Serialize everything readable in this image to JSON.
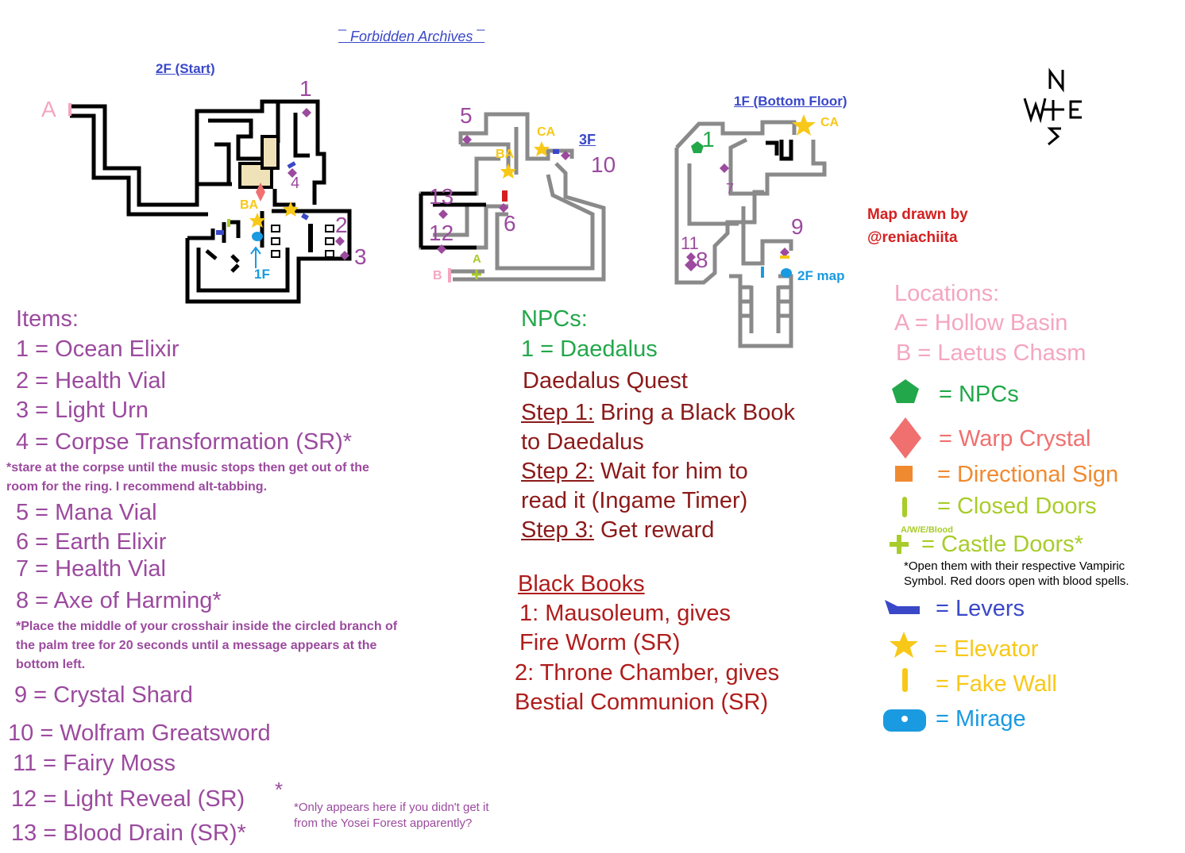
{
  "title": "Forbidden Archives",
  "floors": {
    "f2": "2F (Start)",
    "f1": "1F (Bottom Floor)",
    "f3": "3F",
    "to1f": "1F",
    "to2f": "2F map"
  },
  "map_labels": {
    "A": "A",
    "B": "B",
    "n1": "1",
    "n2": "2",
    "n3": "3",
    "n4": "4",
    "n5": "5",
    "n6": "6",
    "n7": "7",
    "n8": "8",
    "n9": "9",
    "n10": "10",
    "n11": "11",
    "n12": "12",
    "n13": "13",
    "npc1": "1",
    "ba": "BA",
    "ca": "CA",
    "doorA": "A"
  },
  "compass": {
    "n": "N",
    "w": "W",
    "e": "E",
    "s": "S"
  },
  "credit": [
    "Map drawn by",
    "@reniachiita"
  ],
  "items": {
    "heading": "Items:",
    "i1": "1 = Ocean Elixir",
    "i2": "2 = Health Vial",
    "i3": "3 = Light Urn",
    "i4": "4 = Corpse Transformation (SR)*",
    "note4": [
      "*stare at the corpse until the music stops then get out of the",
      "room for the ring. I recommend alt-tabbing."
    ],
    "i5": "5 = Mana Vial",
    "i6": "6 = Earth Elixir",
    "i7": "7 = Health Vial",
    "i8": "8 = Axe of Harming*",
    "note8": [
      "*Place the middle of your crosshair inside the circled branch of",
      "the palm tree for 20 seconds until a message appears at the",
      "bottom left."
    ],
    "i9": "9 = Crystal Shard",
    "i10": "10 = Wolfram Greatsword",
    "i11": "11 = Fairy Moss",
    "i12": "12 = Light Reveal (SR)",
    "i12star": "*",
    "note12": [
      "*Only appears here if you didn't get it",
      "from the Yosei Forest apparently?"
    ],
    "i13": "13 = Blood Drain (SR)*"
  },
  "npcs": {
    "heading": "NPCs:",
    "n1": "1 = Daedalus",
    "quest_title": "Daedalus Quest",
    "step1_label": "Step 1:",
    "step1_a": " Bring a Black Book",
    "step1_b": "to Daedalus",
    "step2_label": "Step 2:",
    "step2_a": " Wait for him to",
    "step2_b": "read it (Ingame Timer)",
    "step3_label": "Step 3:",
    "step3_a": " Get reward"
  },
  "books": {
    "heading": "Black Books",
    "b1a": "1: Mausoleum, gives",
    "b1b": "Fire Worm (SR)",
    "b2a": "2: Throne Chamber, gives",
    "b2b": "Bestial Communion (SR)"
  },
  "legend": {
    "heading": "Locations:",
    "locA": "A = Hollow Basin",
    "locB": "B = Laetus Chasm",
    "npcs": "= NPCs",
    "warp": "= Warp Crystal",
    "sign": "= Directional Sign",
    "closed": "= Closed Doors",
    "castle_small": "A/W/E/Blood",
    "castle": "= Castle Doors*",
    "castle_note": [
      "*Open them with their respective Vampiric",
      "Symbol. Red doors open with blood spells."
    ],
    "levers": "= Levers",
    "elevator": "= Elevator",
    "fake": "= Fake Wall",
    "mirage": "= Mirage"
  },
  "colors": {
    "purple": "#9b4a9e",
    "green": "#22a84a",
    "darkred": "#8c1a1a",
    "red": "#d42020",
    "pink": "#f4a6c0",
    "warp": "#f07070",
    "orange": "#f08a30",
    "lime": "#a8cc2a",
    "blue": "#3a48c8",
    "yellow": "#f8c818",
    "cyan": "#1a9ae0",
    "wall2f": "#000000",
    "wall": "#888888"
  }
}
